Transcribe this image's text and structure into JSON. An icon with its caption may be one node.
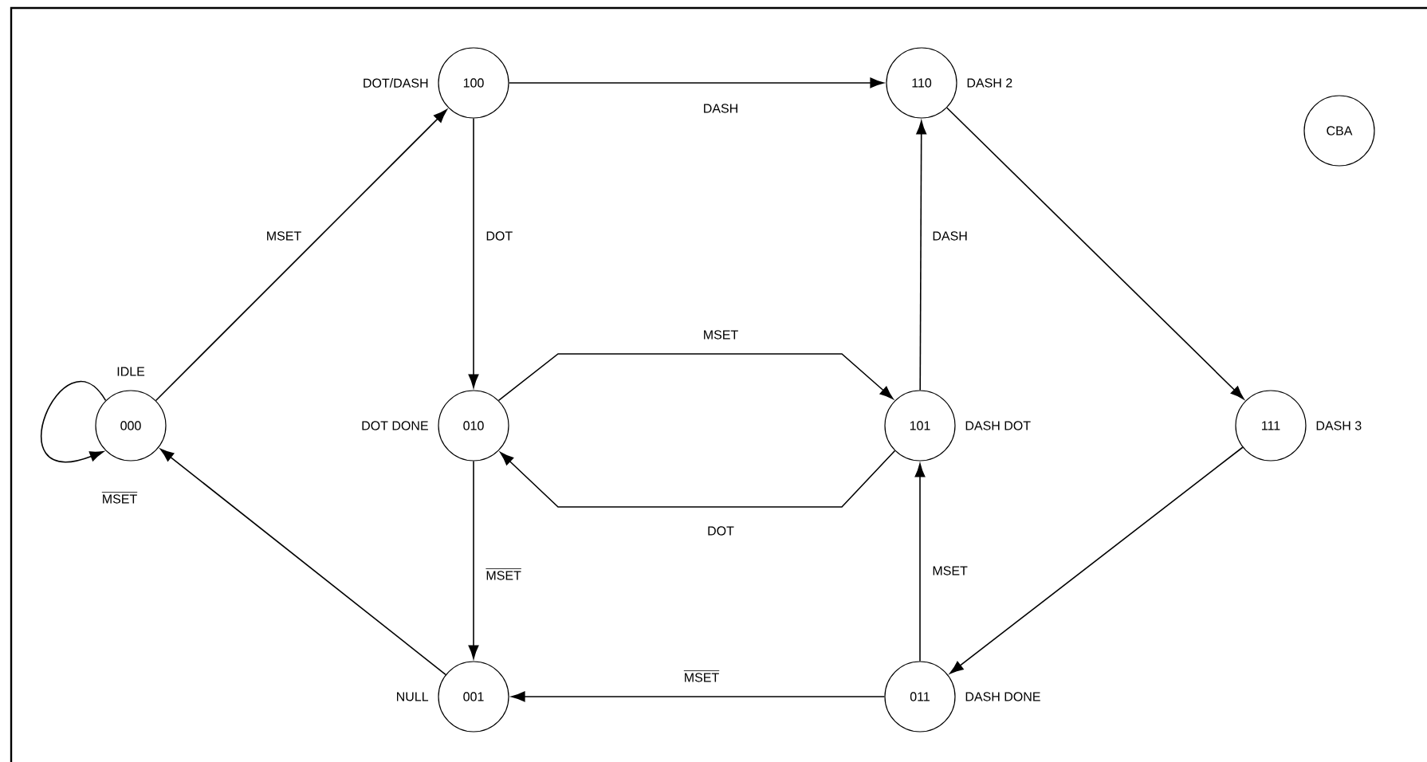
{
  "diagram": {
    "nodes": [
      {
        "text": [
          "000"
        ],
        "beside": [
          "IDLE"
        ]
      },
      {
        "text": [
          "100"
        ],
        "beside": [
          "DOT/DASH"
        ]
      },
      {
        "text": [
          "110"
        ],
        "beside": [
          "DASH 2"
        ]
      },
      {
        "text": [
          "CBA"
        ]
      },
      {
        "text": [
          "010"
        ],
        "beside": [
          "DOT DONE"
        ]
      },
      {
        "text": [
          "101"
        ],
        "beside": [
          "DASH DOT"
        ]
      },
      {
        "text": [
          "111"
        ],
        "beside": [
          "DASH 3"
        ]
      },
      {
        "text": [
          "001"
        ],
        "beside": [
          "NULL"
        ]
      },
      {
        "text": [
          "011"
        ],
        "beside": [
          "DASH DONE"
        ]
      }
    ],
    "edges": [
      {
        "from": 0,
        "to": 1,
        "arrow": "to",
        "label": "MSET"
      },
      {
        "from": 1,
        "to": 2,
        "arrow": "to",
        "label": "DASH"
      },
      {
        "from": 1,
        "to": 4,
        "arrow": "to",
        "label": "DOT"
      },
      {
        "from": 4,
        "to": 5,
        "arrow": "to",
        "label": "MSET"
      },
      {
        "from": 5,
        "to": 4,
        "arrow": "to",
        "label": "DOT"
      },
      {
        "from": 5,
        "to": 2,
        "arrow": "to",
        "label": "DASH"
      },
      {
        "from": 2,
        "to": 6,
        "arrow": "to"
      },
      {
        "from": 6,
        "to": 8,
        "arrow": "to"
      },
      {
        "from": 8,
        "to": 5,
        "arrow": "to",
        "label": "MSET"
      },
      {
        "from": 8,
        "to": 7,
        "arrow": "to",
        "label": "\\overline{\\textrm{MSET}}"
      },
      {
        "from": 4,
        "to": 7,
        "arrow": "to",
        "label": "\\overline{\\textrm{MSET}}"
      },
      {
        "from": 7,
        "to": 0,
        "arrow": "to"
      },
      {
        "from": 0,
        "to": 0,
        "arrow": "to",
        "label": "\\overline{\\textrm{MSET}}"
      }
    ]
  }
}
